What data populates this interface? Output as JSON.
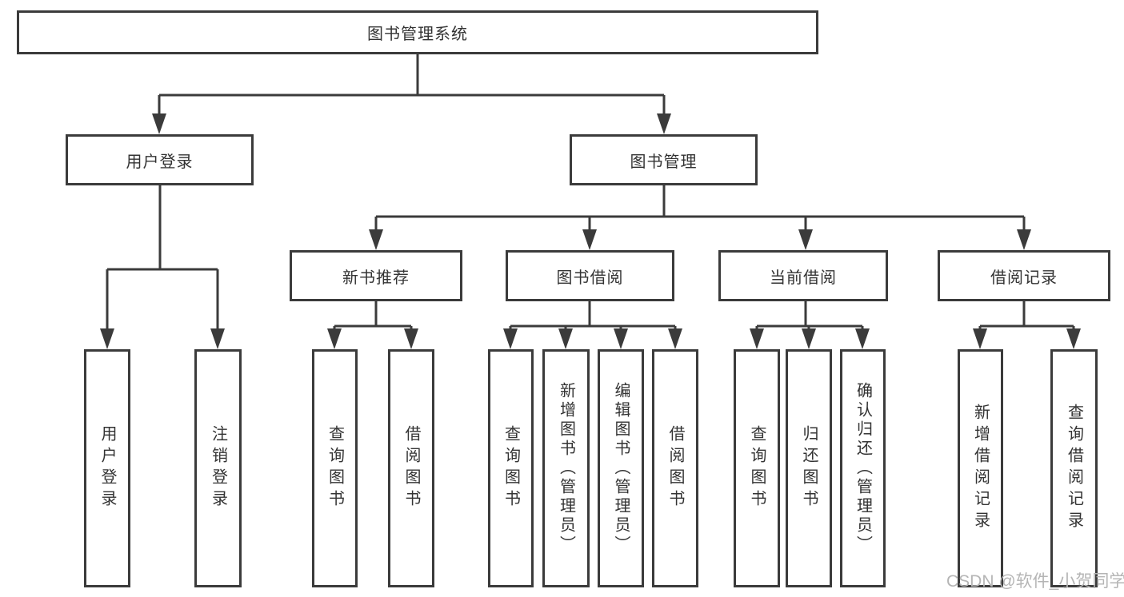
{
  "root": {
    "label": "图书管理系统"
  },
  "user_login": {
    "label": "用户登录",
    "children": [
      {
        "label": "用户登录"
      },
      {
        "label": "注销登录"
      }
    ]
  },
  "book_management": {
    "label": "图书管理",
    "sections": [
      {
        "label": "新书推荐",
        "children": [
          {
            "label": "查询图书"
          },
          {
            "label": "借阅图书"
          }
        ]
      },
      {
        "label": "图书借阅",
        "children": [
          {
            "label": "查询图书"
          },
          {
            "label": "新增图书（管理员）"
          },
          {
            "label": "编辑图书（管理员）"
          },
          {
            "label": "借阅图书"
          }
        ]
      },
      {
        "label": "当前借阅",
        "children": [
          {
            "label": "查询图书"
          },
          {
            "label": "归还图书"
          },
          {
            "label": "确认归还（管理员）"
          }
        ]
      },
      {
        "label": "借阅记录",
        "children": [
          {
            "label": "新增借阅记录"
          },
          {
            "label": "查询借阅记录"
          }
        ]
      }
    ]
  },
  "watermark": "CSDN @软件_小贺同学",
  "colors": {
    "line": "#3b3b3b",
    "text": "#333333",
    "watermark": "#b5b5b5",
    "background": "#ffffff"
  }
}
